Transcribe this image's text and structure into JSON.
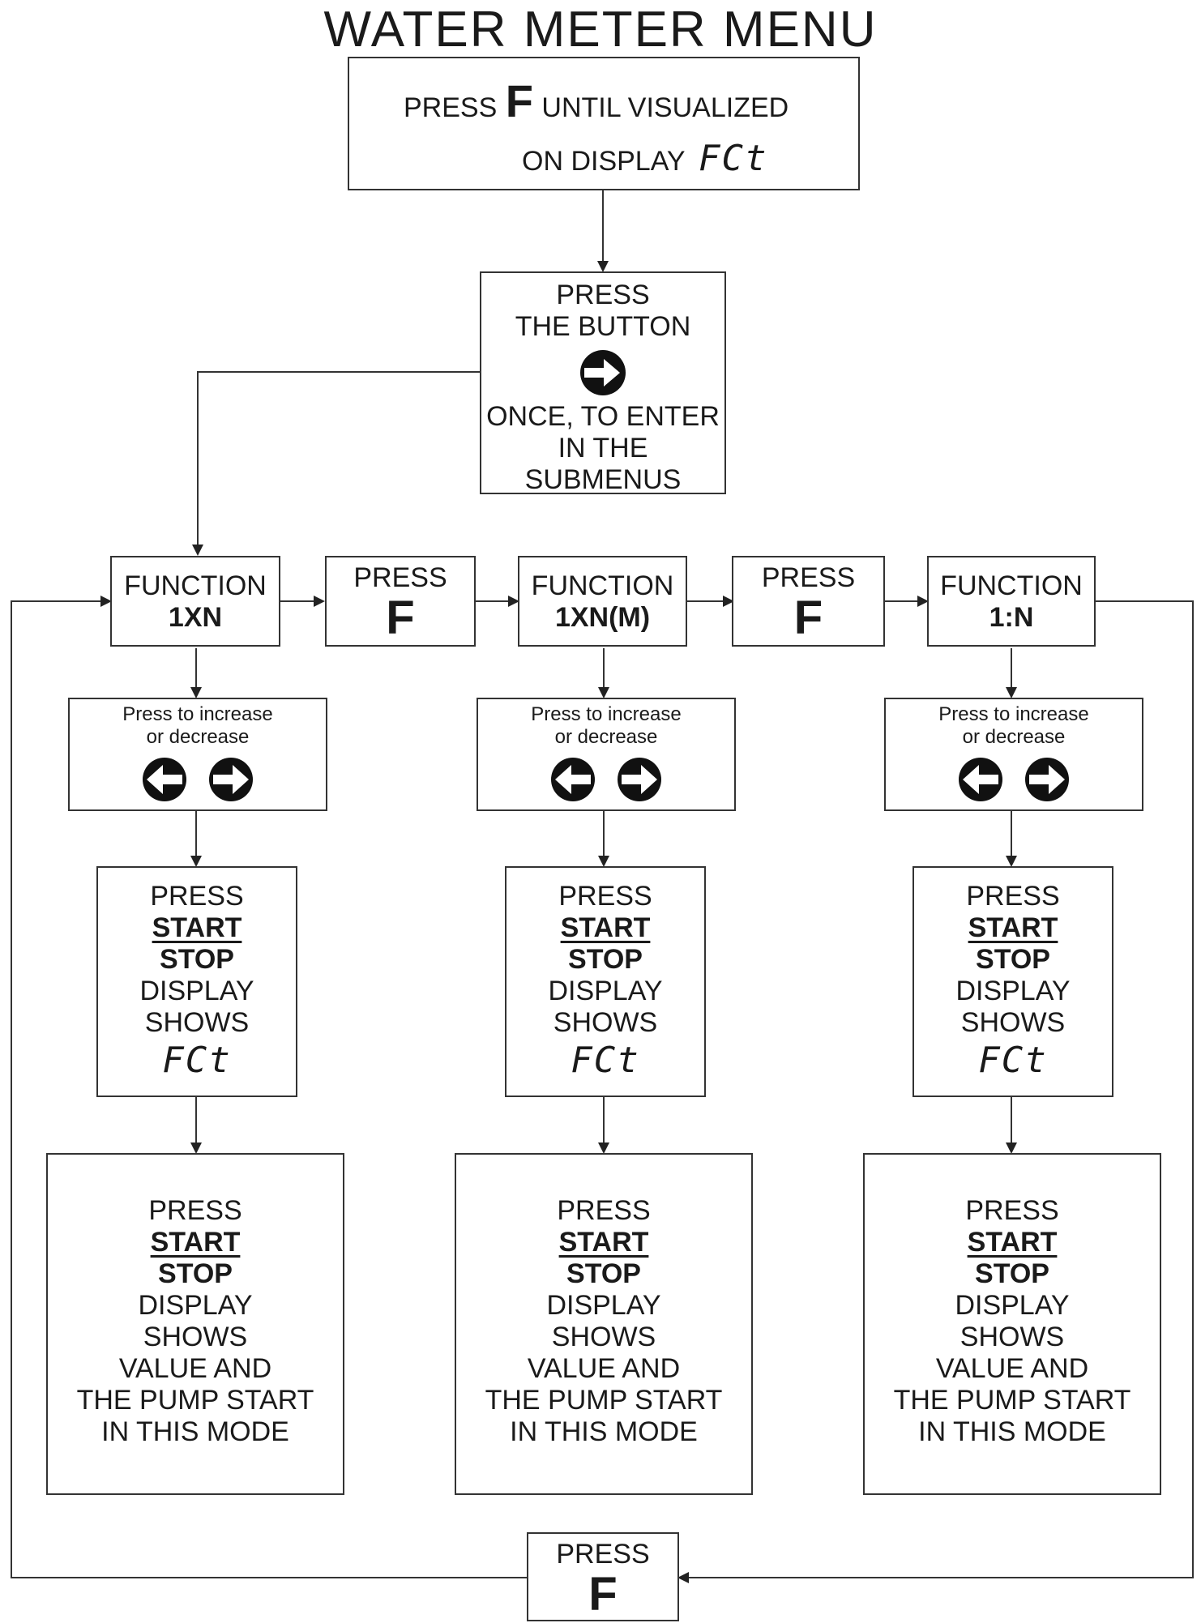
{
  "title": "WATER METER MENU",
  "intro": {
    "line1_before": "PRESS",
    "line1_key": "F",
    "line1_after": "UNTIL VISUALIZED",
    "line2": "ON DISPLAY",
    "display_code": "FCt"
  },
  "enter": {
    "line1": "PRESS",
    "line2": "THE BUTTON",
    "icon": "right-arrow-button-icon",
    "line3": "ONCE, TO ENTER",
    "line4": "IN THE SUBMENUS"
  },
  "press_f": {
    "label": "PRESS",
    "key": "F"
  },
  "functions": [
    {
      "title": "FUNCTION",
      "mode": "1XN",
      "adjust": {
        "line1": "Press to increase",
        "line2": "or decrease"
      },
      "step1": {
        "press": "PRESS",
        "start": "START",
        "stop": "STOP",
        "display": "DISPLAY",
        "shows": "SHOWS",
        "code": "FCt"
      },
      "step2": {
        "press": "PRESS",
        "start": "START",
        "stop": "STOP",
        "display": "DISPLAY",
        "shows": "SHOWS",
        "value": "VALUE AND",
        "pump": "THE PUMP START",
        "mode": "IN THIS MODE"
      }
    },
    {
      "title": "FUNCTION",
      "mode": "1XN(M)",
      "adjust": {
        "line1": "Press to increase",
        "line2": "or decrease"
      },
      "step1": {
        "press": "PRESS",
        "start": "START",
        "stop": "STOP",
        "display": "DISPLAY",
        "shows": "SHOWS",
        "code": "FCt"
      },
      "step2": {
        "press": "PRESS",
        "start": "START",
        "stop": "STOP",
        "display": "DISPLAY",
        "shows": "SHOWS",
        "value": "VALUE AND",
        "pump": "THE PUMP START",
        "mode": "IN THIS MODE"
      }
    },
    {
      "title": "FUNCTION",
      "mode": "1:N",
      "adjust": {
        "line1": "Press to increase",
        "line2": "or decrease"
      },
      "step1": {
        "press": "PRESS",
        "start": "START",
        "stop": "STOP",
        "display": "DISPLAY",
        "shows": "SHOWS",
        "code": "FCt"
      },
      "step2": {
        "press": "PRESS",
        "start": "START",
        "stop": "STOP",
        "display": "DISPLAY",
        "shows": "SHOWS",
        "value": "VALUE AND",
        "pump": "THE PUMP START",
        "mode": "IN THIS MODE"
      }
    }
  ]
}
